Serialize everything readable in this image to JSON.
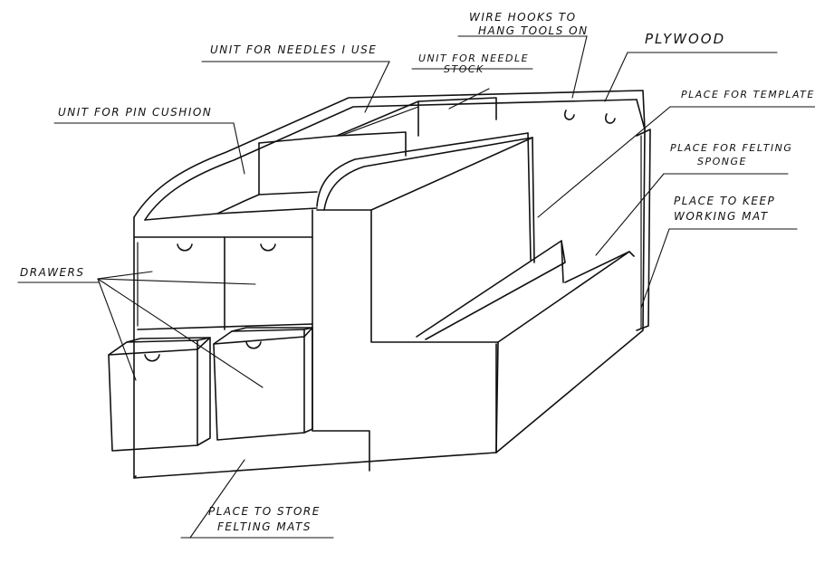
{
  "labels": {
    "wire_hooks_1": "WIRE HOOKS TO",
    "wire_hooks_2": "HANG TOOLS ON",
    "plywood": "PLYWOOD",
    "unit_needles": "UNIT FOR NEEDLES I USE",
    "needle_stock_1": "UNIT FOR NEEDLE",
    "needle_stock_2": "STOCK",
    "pin_cushion": "UNIT FOR PIN CUSHION",
    "templates": "PLACE FOR TEMPLATES",
    "felting_sponge_1": "PLACE FOR FELTING",
    "felting_sponge_2": "SPONGE",
    "working_mat_1": "PLACE TO KEEP",
    "working_mat_2": "WORKING MAT",
    "drawers": "DRAWERS",
    "felting_mats_1": "PLACE TO STORE",
    "felting_mats_2": "FELTING MATS"
  },
  "colors": {
    "ink": "#111111",
    "paper": "#ffffff"
  }
}
